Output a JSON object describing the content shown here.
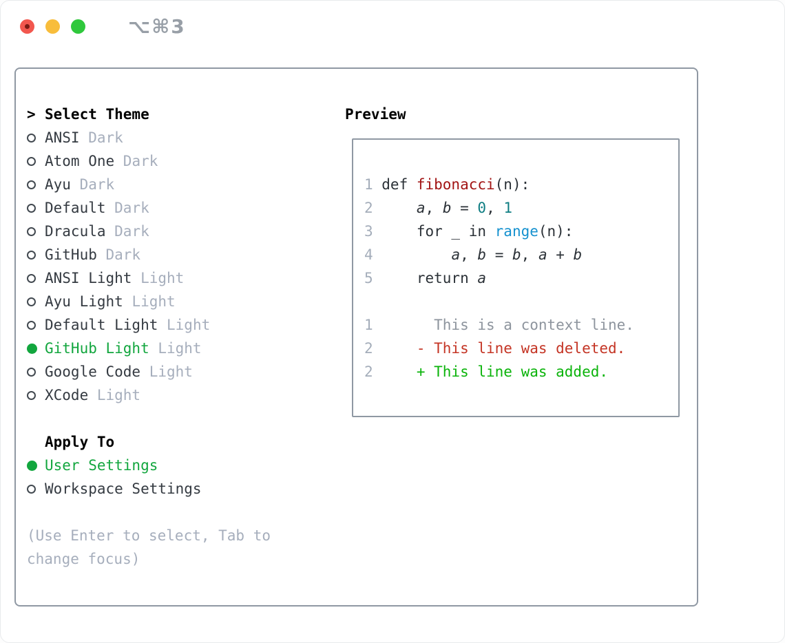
{
  "window": {
    "title": "⌥⌘3"
  },
  "theme_panel": {
    "cursor": ">",
    "title": "Select Theme",
    "themes": [
      {
        "name": "ANSI",
        "tag": "Dark",
        "selected": false
      },
      {
        "name": "Atom One",
        "tag": "Dark",
        "selected": false
      },
      {
        "name": "Ayu",
        "tag": "Dark",
        "selected": false
      },
      {
        "name": "Default",
        "tag": "Dark",
        "selected": false
      },
      {
        "name": "Dracula",
        "tag": "Dark",
        "selected": false
      },
      {
        "name": "GitHub",
        "tag": "Dark",
        "selected": false
      },
      {
        "name": "ANSI Light",
        "tag": "Light",
        "selected": false
      },
      {
        "name": "Ayu Light",
        "tag": "Light",
        "selected": false
      },
      {
        "name": "Default Light",
        "tag": "Light",
        "selected": false
      },
      {
        "name": "GitHub Light",
        "tag": "Light",
        "selected": true
      },
      {
        "name": "Google Code",
        "tag": "Light",
        "selected": false
      },
      {
        "name": "XCode",
        "tag": "Light",
        "selected": false
      }
    ],
    "apply_to": {
      "title": "Apply To",
      "options": [
        {
          "label": "User Settings",
          "selected": true
        },
        {
          "label": "Workspace Settings",
          "selected": false
        }
      ]
    },
    "hint": "(Use Enter to select, Tab to\nchange focus)"
  },
  "preview": {
    "title": "Preview",
    "lines": [
      {
        "num": "1",
        "seg": [
          {
            "t": "def ",
            "c": "plain"
          },
          {
            "t": "fibonacci",
            "c": "func"
          },
          {
            "t": "(n):",
            "c": "plain"
          }
        ]
      },
      {
        "num": "2",
        "seg": [
          {
            "t": "    ",
            "c": "plain"
          },
          {
            "t": "a",
            "c": "var"
          },
          {
            "t": ", ",
            "c": "plain"
          },
          {
            "t": "b",
            "c": "var"
          },
          {
            "t": " = ",
            "c": "plain"
          },
          {
            "t": "0",
            "c": "num"
          },
          {
            "t": ", ",
            "c": "plain"
          },
          {
            "t": "1",
            "c": "num"
          }
        ]
      },
      {
        "num": "3",
        "seg": [
          {
            "t": "    for _ in ",
            "c": "plain"
          },
          {
            "t": "range",
            "c": "builtin"
          },
          {
            "t": "(n):",
            "c": "plain"
          }
        ]
      },
      {
        "num": "4",
        "seg": [
          {
            "t": "        ",
            "c": "plain"
          },
          {
            "t": "a",
            "c": "var"
          },
          {
            "t": ", ",
            "c": "plain"
          },
          {
            "t": "b",
            "c": "var"
          },
          {
            "t": " = ",
            "c": "plain"
          },
          {
            "t": "b",
            "c": "var"
          },
          {
            "t": ", ",
            "c": "plain"
          },
          {
            "t": "a",
            "c": "var"
          },
          {
            "t": " + ",
            "c": "plain"
          },
          {
            "t": "b",
            "c": "var"
          }
        ]
      },
      {
        "num": "5",
        "seg": [
          {
            "t": "    return ",
            "c": "plain"
          },
          {
            "t": "a",
            "c": "var"
          }
        ]
      },
      {
        "num": "",
        "seg": []
      },
      {
        "num": "1",
        "seg": [
          {
            "t": "      This is a context line.",
            "c": "context"
          }
        ]
      },
      {
        "num": "2",
        "seg": [
          {
            "t": "    ",
            "c": "plain"
          },
          {
            "t": "- This line was deleted.",
            "c": "deleted"
          }
        ]
      },
      {
        "num": "2",
        "seg": [
          {
            "t": "    ",
            "c": "plain"
          },
          {
            "t": "+ This line was added.",
            "c": "added"
          }
        ]
      }
    ]
  },
  "colors": {
    "heading": "#000000",
    "text": "#343a41",
    "code": "#2b3137",
    "muted": "#a6aebc",
    "context": "#8d949d",
    "lnum": "#a4adba",
    "border": "#8f98a3",
    "title_gray": "#989fa7",
    "green": "#12a63e",
    "added": "#0ab30a",
    "deleted": "#c43424",
    "func": "#a21414",
    "num": "#0e7d82",
    "builtin": "#1591cf",
    "light_red": "#f2574e",
    "light_red_dot": "#7a1b14",
    "light_yellow": "#f8bd3b",
    "light_green": "#2fc83c"
  }
}
